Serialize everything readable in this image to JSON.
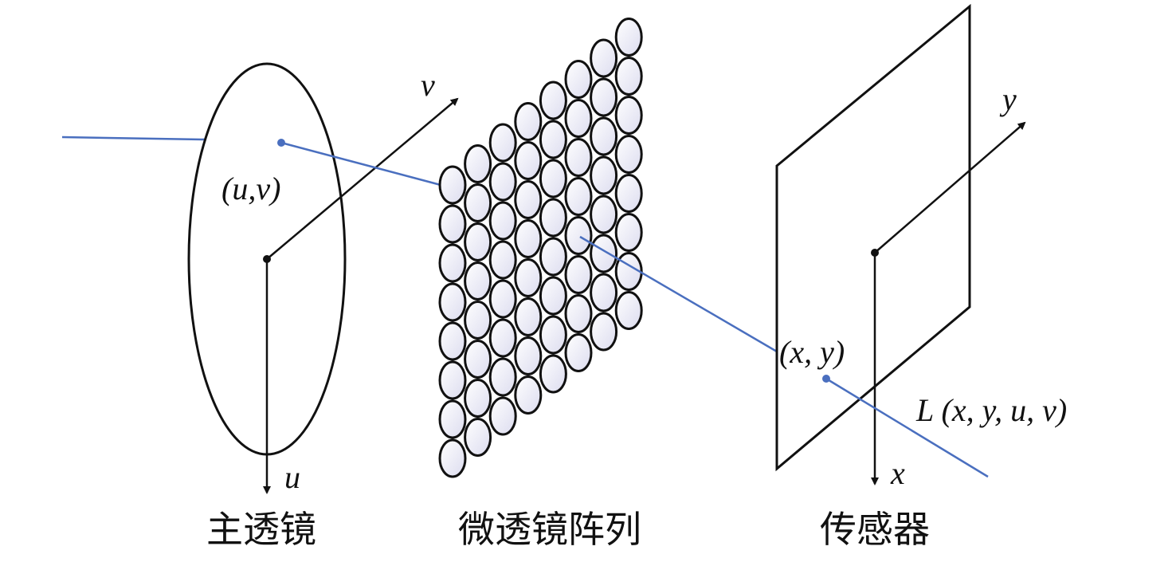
{
  "labels": {
    "main_lens": "主透镜",
    "microlens_array": "微透镜阵列",
    "sensor": "传感器",
    "axis_u": "u",
    "axis_v": "v",
    "axis_x": "x",
    "axis_y": "y",
    "point_uv": "(u,v)",
    "point_xy": "(x, y)",
    "light_field": "L (x, y, u, v)"
  },
  "colors": {
    "ray": "#4a6fbf",
    "stroke": "#111111"
  },
  "microlens_grid": {
    "columns": 8,
    "rows": 8
  }
}
